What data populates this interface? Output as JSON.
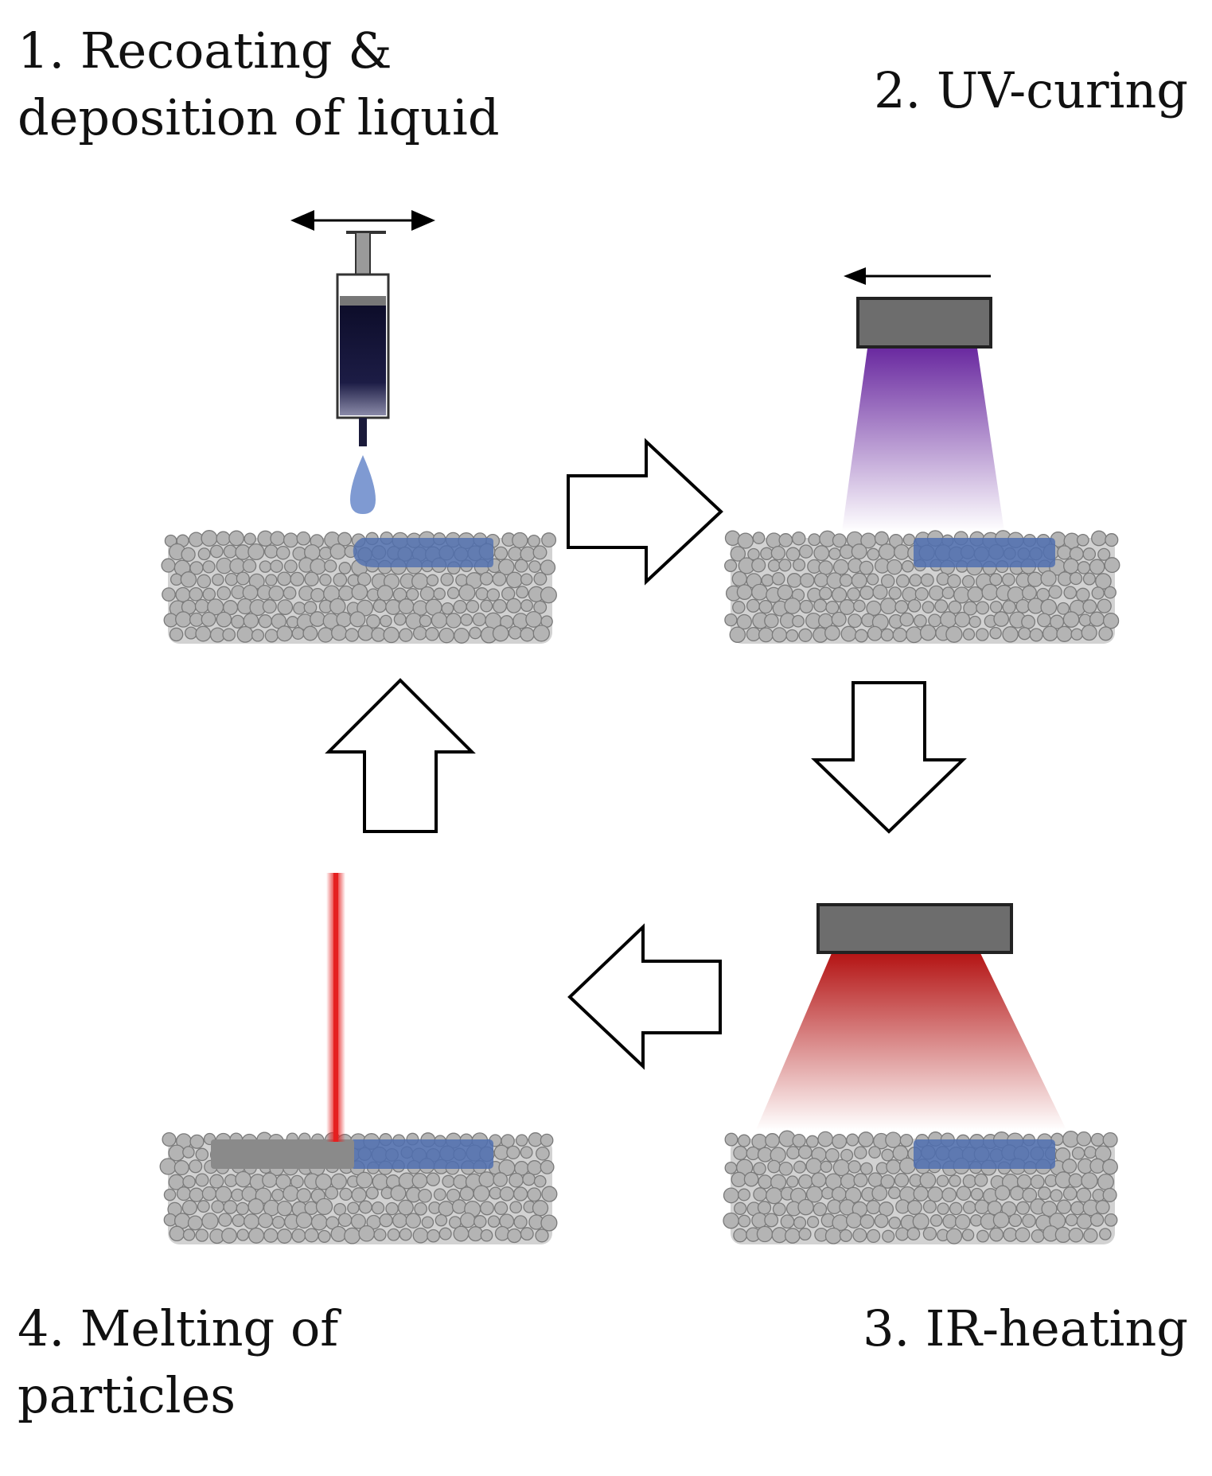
{
  "steps": {
    "step1": {
      "line1": "1. Recoating &",
      "line2": "deposition of liquid"
    },
    "step2": {
      "line1": "2. UV-curing"
    },
    "step3": {
      "line1": "3. IR-heating"
    },
    "step4": {
      "line1": "4. Melting of",
      "line2": "particles"
    }
  },
  "colors": {
    "powder": "#b4b4b4",
    "powder_outline": "#7a7a7a",
    "liquid": "#4f6fb0",
    "syringe_body": "#1a1a3a",
    "droplet": "#7f9ad2",
    "uv_light": "#6a2aa0",
    "ir_light": "#b41414",
    "laser": "#e52020",
    "lamp_housing": "#6d6d6d",
    "melted_part": "#8a8a8a"
  },
  "icons": {
    "process_arrow": "hollow-block-arrow",
    "motion_arrow": "double-headed-arrow",
    "scan_arrow": "left-arrow"
  }
}
